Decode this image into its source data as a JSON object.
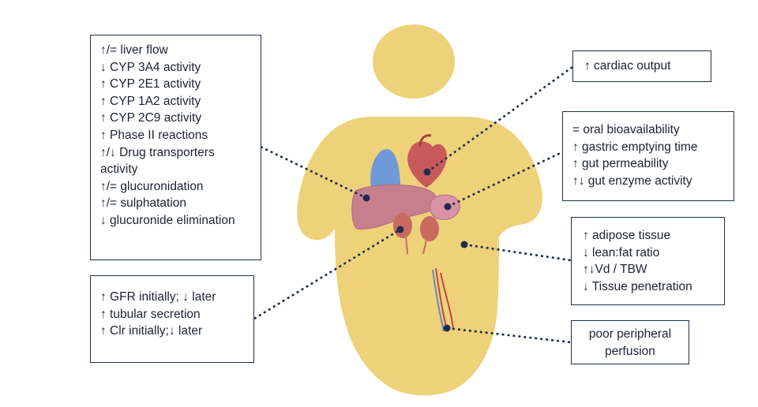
{
  "colors": {
    "body": "#edd27a",
    "border": "#1f2d4a",
    "dot": "#1f2d4a",
    "liver": "#c77f8e",
    "lung": "#6f9ad6",
    "heart": "#c95a5c",
    "kidney": "#c96a5f",
    "vessel_red": "#c9424a",
    "vessel_blue": "#6a86c8"
  },
  "icons": [
    "human-silhouette-icon",
    "liver-icon",
    "lung-icon",
    "heart-icon",
    "stomach-icon",
    "kidney-icon",
    "leg-vessels-icon"
  ],
  "boxes": {
    "liver": {
      "lines": [
        "↑/=  liver flow",
        "↓ CYP 3A4 activity",
        "↑ CYP 2E1 activity",
        "↑ CYP 1A2 activity",
        "↑ CYP 2C9 activity",
        "↑ Phase II reactions",
        "↑/↓ Drug transporters activity",
        "↑/=  glucuronidation",
        "↑/=  sulphatation",
        "↓  glucuronide elimination"
      ]
    },
    "kidney": {
      "lines": [
        "↑ GFR initially; ↓ later",
        "↑ tubular secretion",
        "↑ Clr initially;↓ later"
      ]
    },
    "cardiac": {
      "lines": [
        "↑ cardiac output"
      ]
    },
    "gut": {
      "lines": [
        "= oral bioavailability",
        "↑ gastric emptying time",
        "↑ gut permeability",
        "↑↓ gut enzyme activity"
      ]
    },
    "adipose": {
      "lines": [
        "↑ adipose tissue",
        "↓ lean:fat ratio",
        "↑↓Vd / TBW",
        "↓ Tissue penetration"
      ]
    },
    "perfusion": {
      "lines": [
        "poor peripheral",
        "perfusion"
      ]
    }
  }
}
